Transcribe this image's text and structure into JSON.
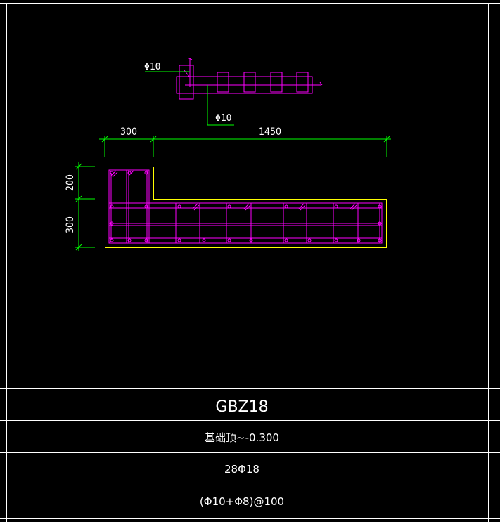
{
  "drawing": {
    "detail_callouts": {
      "top_label": "Φ10",
      "bottom_label": "Φ10"
    },
    "dimensions": {
      "horizontal": [
        "300",
        "1450"
      ],
      "vertical": [
        "200",
        "300"
      ]
    }
  },
  "schedule": {
    "wall_column_id": "GBZ18",
    "elevation_range": "基础顶~-0.300",
    "longitudinal_rebar": "28Φ18",
    "stirrups": "(Φ10+Φ8)@100"
  },
  "colors": {
    "background": "#000000",
    "frame_lines": "#ffffff",
    "rebar": "#ff00ff",
    "dimension_lines": "#00ff00",
    "outline": "#ffff00",
    "text": "#ffffff"
  }
}
